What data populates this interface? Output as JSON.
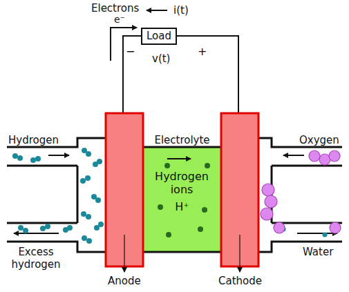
{
  "diagram": {
    "nodes": [
      {
        "text": [
          "Load"
        ]
      },
      {
        "text": [
          "Electrolyte",
          "Hydrogen ions",
          "H⁺"
        ]
      }
    ],
    "labels": [
      "Electrons",
      "e⁻",
      "i(t)",
      "−",
      "v(t)",
      "+",
      "Hydrogen",
      "Oxygen",
      "Excess hydrogen",
      "Water",
      "Anode",
      "Cathode"
    ]
  }
}
